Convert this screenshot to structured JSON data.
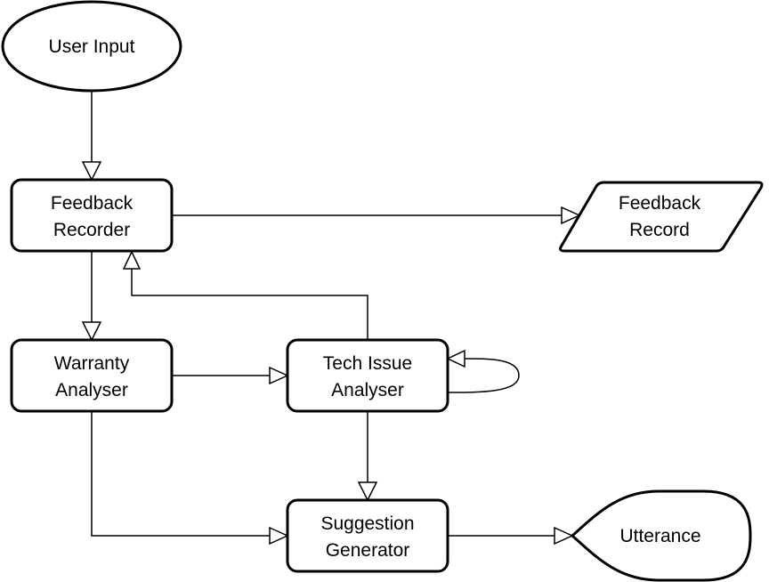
{
  "diagram": {
    "nodes": {
      "user_input": {
        "lines": [
          "User Input"
        ]
      },
      "feedback_recorder": {
        "lines": [
          "Feedback",
          "Recorder"
        ]
      },
      "feedback_record": {
        "lines": [
          "Feedback",
          "Record"
        ]
      },
      "warranty_analyser": {
        "lines": [
          "Warranty",
          "Analyser"
        ]
      },
      "tech_issue_analyser": {
        "lines": [
          "Tech Issue",
          "Analyser"
        ]
      },
      "suggestion_generator": {
        "lines": [
          "Suggestion",
          "Generator"
        ]
      },
      "utterance": {
        "lines": [
          "Utterance"
        ]
      }
    },
    "edges": [
      {
        "from": "user_input",
        "to": "feedback_recorder"
      },
      {
        "from": "feedback_recorder",
        "to": "feedback_record"
      },
      {
        "from": "feedback_recorder",
        "to": "warranty_analyser"
      },
      {
        "from": "warranty_analyser",
        "to": "tech_issue_analyser"
      },
      {
        "from": "tech_issue_analyser",
        "to": "feedback_recorder"
      },
      {
        "from": "tech_issue_analyser",
        "to": "tech_issue_analyser"
      },
      {
        "from": "tech_issue_analyser",
        "to": "suggestion_generator"
      },
      {
        "from": "warranty_analyser",
        "to": "suggestion_generator"
      },
      {
        "from": "suggestion_generator",
        "to": "utterance"
      }
    ]
  }
}
